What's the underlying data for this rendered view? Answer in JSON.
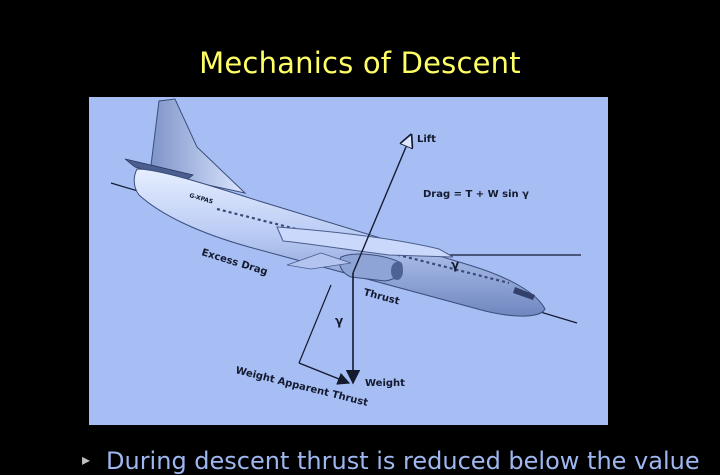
{
  "slide": {
    "title": "Mechanics of Descent",
    "bullet_text": "During descent thrust is reduced below the value"
  },
  "diagram": {
    "labels": {
      "lift": "Lift",
      "drag_equation": "Drag = T + W sin γ",
      "gamma_upper": "γ",
      "gamma_lower": "γ",
      "excess_drag": "Excess Drag",
      "thrust": "Thrust",
      "weight": "Weight",
      "weight_apparent_thrust": "Weight Apparent Thrust",
      "registration": "G-XPAS"
    }
  },
  "colors": {
    "background": "#000000",
    "title": "#ffff66",
    "panel": "#a7bef5",
    "bullet_text": "#9fb7f0",
    "ink": "#141a2e"
  }
}
